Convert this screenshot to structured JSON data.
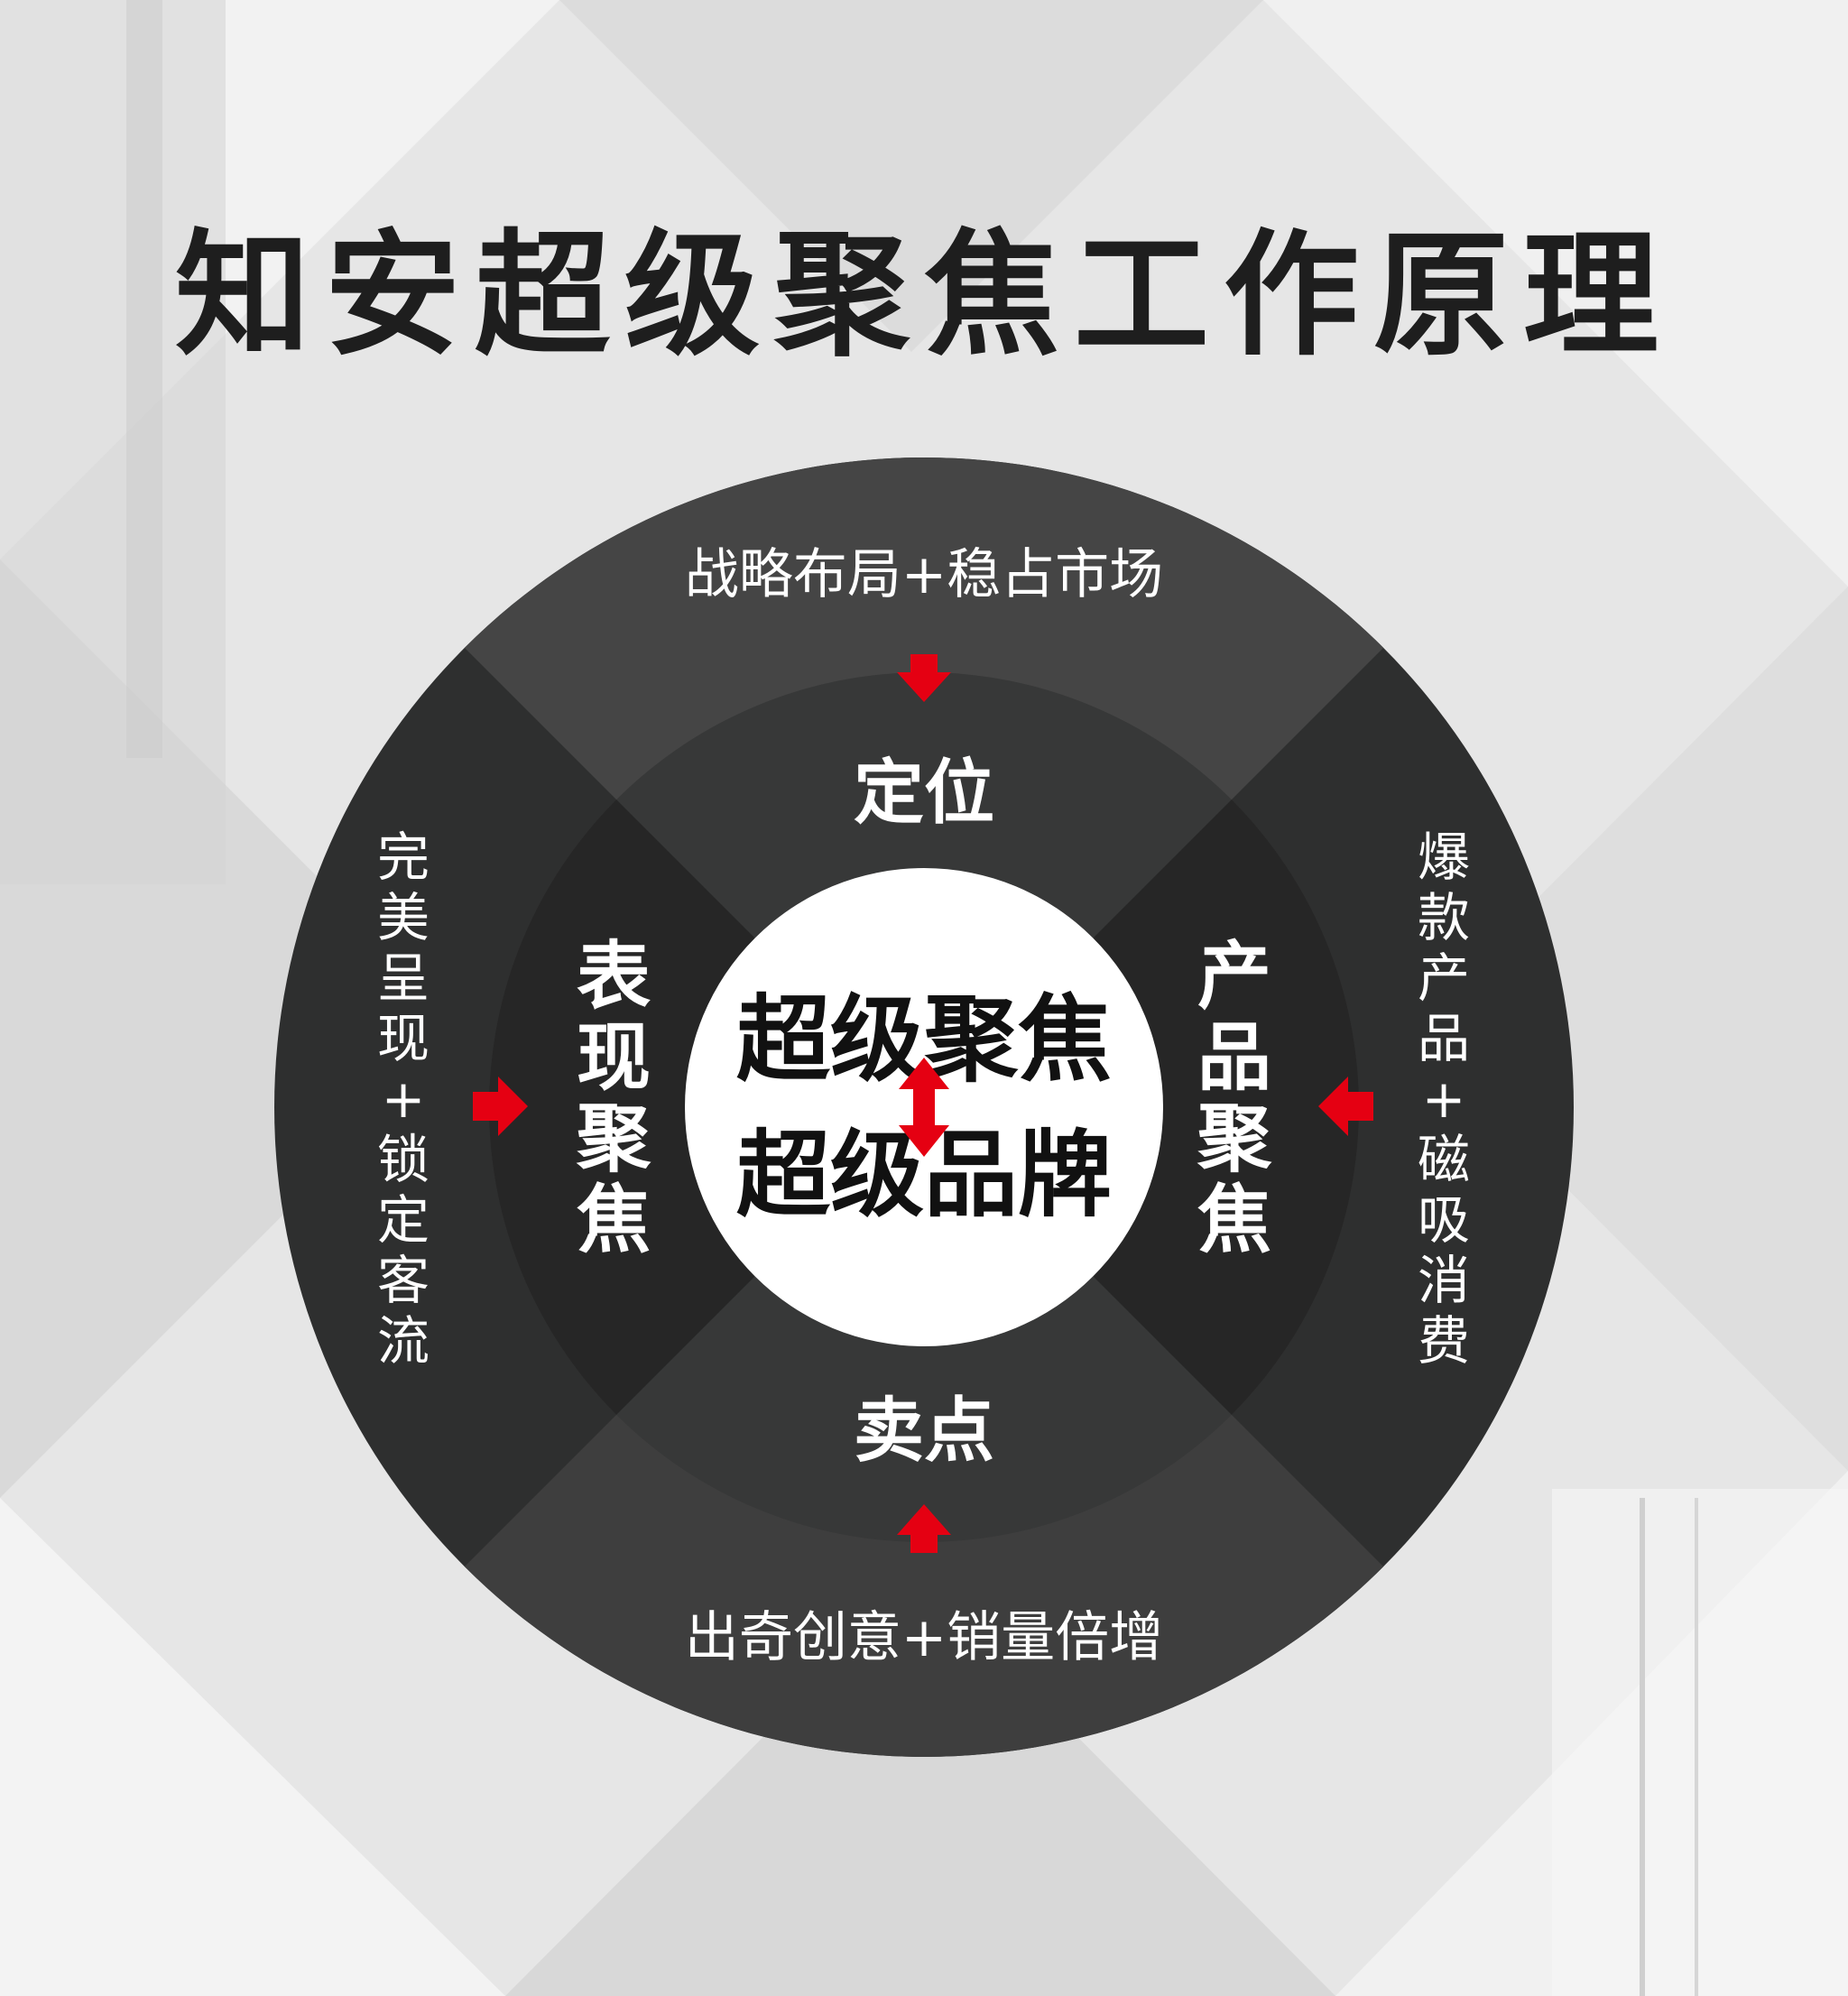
{
  "title": "知安超级聚焦工作原理",
  "outer": {
    "top": "战略布局+稳占市场",
    "bottom": "出奇创意+销量倍增",
    "left": [
      "完",
      "美",
      "呈",
      "现",
      "+",
      "锁",
      "定",
      "客",
      "流"
    ],
    "right": [
      "爆",
      "款",
      "产",
      "品",
      "+",
      "磁",
      "吸",
      "消",
      "费"
    ]
  },
  "inner": {
    "top": "定位",
    "bottom": "卖点",
    "left": [
      "表",
      "现",
      "聚",
      "焦"
    ],
    "right": [
      "产",
      "品",
      "聚",
      "焦"
    ]
  },
  "center": {
    "line1": "超级聚焦",
    "line2": "超级品牌"
  },
  "colors": {
    "outer_ring": "#2e2f2f",
    "outer_ring_light": "#484848",
    "middle_ring": "#3a3b3b",
    "inner_ring": "#262626",
    "center": "#ffffff",
    "arrow": "#e50012",
    "title": "#1e1e1e"
  }
}
